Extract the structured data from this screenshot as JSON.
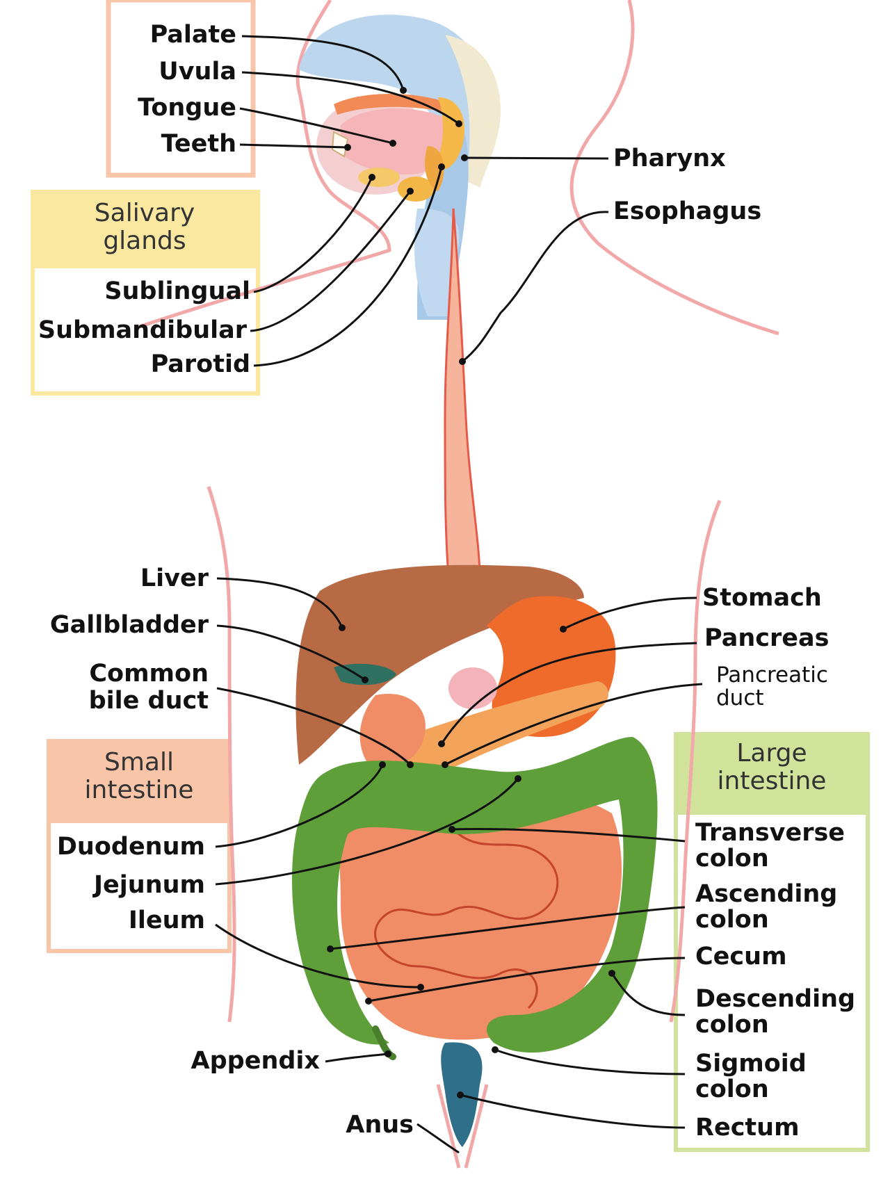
{
  "colors": {
    "mouth_box": "#f8c5a8",
    "salivary_box": "#fae8a0",
    "small_intestine_box": "#f8c5a8",
    "large_intestine_box": "#d1e29a",
    "body_outline": "#f2a8a8",
    "esophagus": "#f6b59a",
    "liver": "#b86a45",
    "stomach": "#ef6b2b",
    "pancreas": "#f4a35a",
    "gallbladder": "#2f7060",
    "small_intestine": "#f08c66",
    "large_intestine": "#5f9f3a",
    "rectum": "#2f6f8a",
    "pharynx": "#a8c8e8"
  },
  "groups": {
    "salivary": "Salivary glands",
    "small_intestine": "Small intestine",
    "large_intestine": "Large intestine"
  },
  "labels": {
    "palate": "Palate",
    "uvula": "Uvula",
    "tongue": "Tongue",
    "teeth": "Teeth",
    "pharynx": "Pharynx",
    "esophagus": "Esophagus",
    "sublingual": "Sublingual",
    "submandibular": "Submandibular",
    "parotid": "Parotid",
    "liver": "Liver",
    "gallbladder": "Gallbladder",
    "common_bile_duct": "Common bile duct",
    "stomach": "Stomach",
    "pancreas": "Pancreas",
    "pancreatic_duct": "Pancreatic duct",
    "duodenum": "Duodenum",
    "jejunum": "Jejunum",
    "ileum": "Ileum",
    "transverse_colon": "Transverse colon",
    "ascending_colon": "Ascending colon",
    "cecum": "Cecum",
    "descending_colon": "Descending colon",
    "appendix": "Appendix",
    "sigmoid_colon": "Sigmoid colon",
    "anus": "Anus",
    "rectum": "Rectum"
  }
}
